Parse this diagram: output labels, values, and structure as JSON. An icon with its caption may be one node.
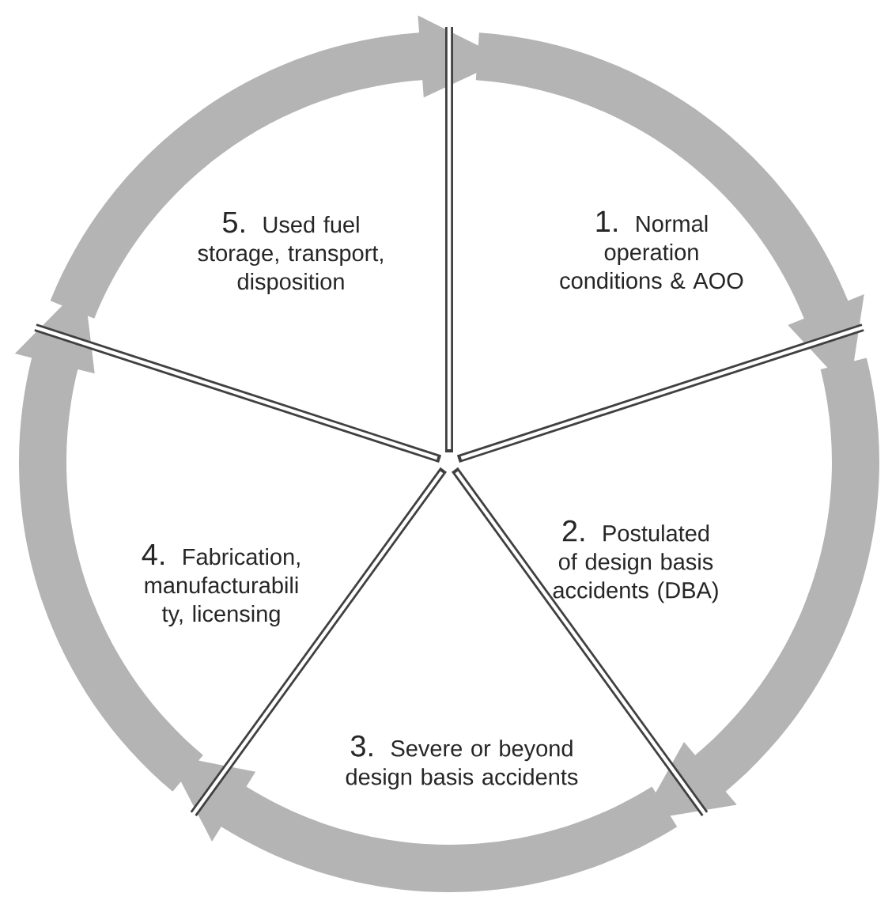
{
  "diagram": {
    "nodes": [
      {
        "text": [
          "1.",
          "Normal operation conditions & AOO"
        ]
      },
      {
        "text": [
          "2.",
          "Postulated of design basis accidents (DBA)"
        ]
      },
      {
        "text": [
          "3.",
          "Severe or beyond design basis accidents"
        ]
      },
      {
        "text": [
          "4.",
          "Fabrication, manufacturabili ty, licensing"
        ]
      },
      {
        "text": [
          "5.",
          "Used fuel storage, transport, disposition"
        ]
      }
    ],
    "edges": [
      {
        "from": 0,
        "to": 1,
        "arrow": "to"
      },
      {
        "from": 1,
        "to": 2,
        "arrow": "to"
      },
      {
        "from": 2,
        "to": 3,
        "arrow": "to"
      },
      {
        "from": 3,
        "to": 4,
        "arrow": "to"
      },
      {
        "from": 4,
        "to": 0,
        "arrow": "to"
      }
    ]
  }
}
